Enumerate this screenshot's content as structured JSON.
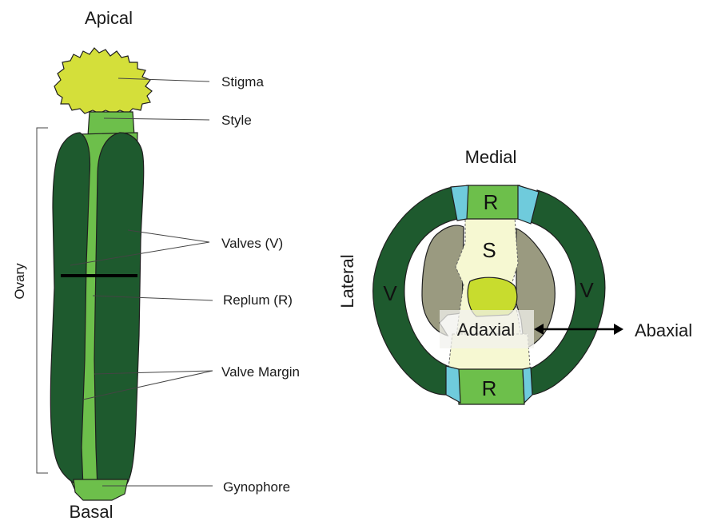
{
  "left_figure": {
    "apical": "Apical",
    "basal": "Basal",
    "ovary": "Ovary",
    "labels": {
      "stigma": "Stigma",
      "style": "Style",
      "valves": "Valves (V)",
      "replum": "Replum (R)",
      "valve_margin": "Valve Margin",
      "gynophore": "Gynophore"
    }
  },
  "right_figure": {
    "medial": "Medial",
    "lateral": "Lateral",
    "abaxial": "Abaxial",
    "adaxial": "Adaxial",
    "region_letters": {
      "replum_top": "R",
      "replum_bottom": "R",
      "septum": "S",
      "valve_left": "V",
      "valve_right": "V"
    }
  },
  "colors": {
    "valve_dark_green": "#1e5a2e",
    "replum_green": "#6dbf4b",
    "stigma_yellow": "#d4df3a",
    "valve_margin_blue": "#6fcbdc",
    "septum_pale": "#f6f8d2",
    "ovule_gray": "#9a9a80",
    "outline": "#1f1f1f"
  }
}
